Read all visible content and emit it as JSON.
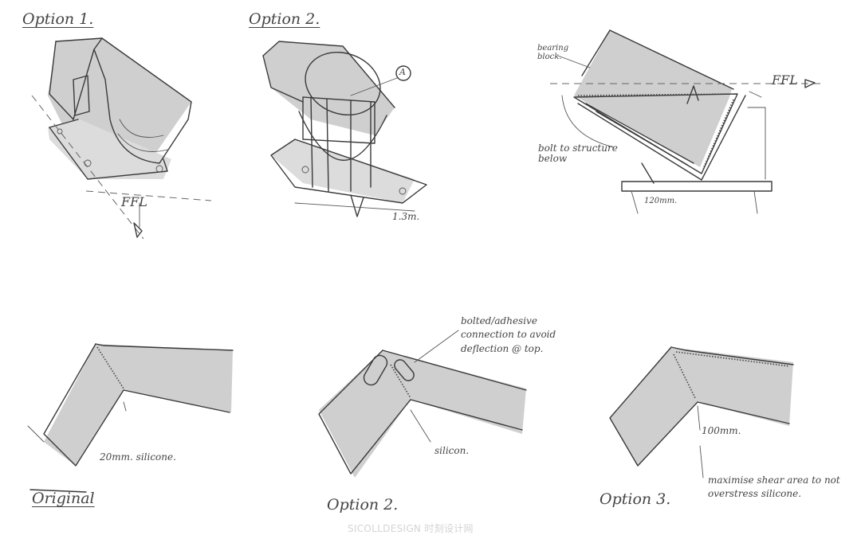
{
  "top_row": {
    "option1_title": "Option 1.",
    "option1_ffl": "FFL",
    "option2_title": "Option 2.",
    "option2_marker": "A",
    "option2_dimension": "1.3m.",
    "option3_bearing": "bearing block.",
    "option3_ffl": "FFL",
    "option3_bolt": "bolt to structure below",
    "option3_dimension": "120mm."
  },
  "bottom_row": {
    "original_title": "Original",
    "original_note": "20mm. silicone.",
    "option2_title": "Option 2.",
    "option2_connection": "bolted/adhesive connection to avoid deflection @ top.",
    "option2_silicon": "silicon.",
    "option3_title": "Option 3.",
    "option3_dimension": "100mm.",
    "option3_note": "maximise shear area to not overstress silicone."
  },
  "watermark": "SICOLLDESIGN 时刻设计网"
}
